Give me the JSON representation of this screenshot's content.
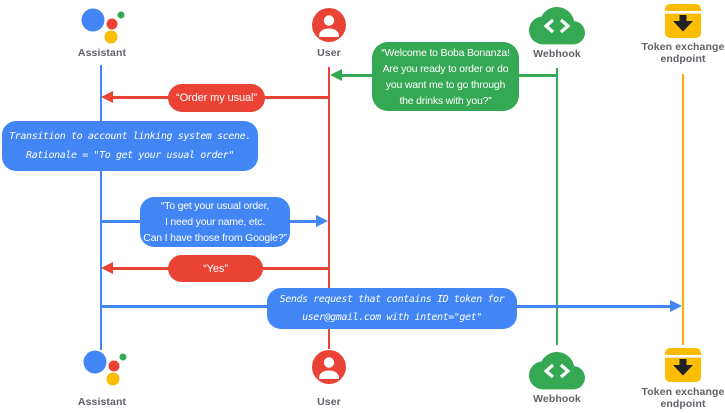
{
  "actors": {
    "assistant": {
      "label": "Assistant"
    },
    "user": {
      "label": "User"
    },
    "webhook": {
      "label": "Webhook"
    },
    "token_endpoint": {
      "label_lines": [
        "Token exchange",
        "endpoint"
      ]
    }
  },
  "messages": {
    "welcome": {
      "lines": [
        "“Welcome to Boba Bonanza!",
        "Are you ready to order or do",
        "you want me to go through",
        "the drinks with you?”"
      ]
    },
    "order_my_usual": {
      "text": "“Order my usual”"
    },
    "transition_note": {
      "lines": [
        "Transition to account linking system scene.",
        "Rationale = \"To get your usual order\""
      ]
    },
    "get_usual_order": {
      "lines": [
        "“To get your usual order,",
        "I need your name, etc.",
        "Can I have those from Google?”"
      ]
    },
    "yes": {
      "text": "“Yes”"
    },
    "sends_request": {
      "lines": [
        "Sends request that contains ID token for",
        "user@gmail.com with intent=\"get\""
      ]
    }
  },
  "icons": {
    "assistant": "google-assistant-logo",
    "user": "person-circle-icon",
    "webhook": "code-cloud-icon",
    "token_endpoint": "token-download-tray-icon"
  },
  "colors": {
    "blue": "#4285F4",
    "red": "#EA4335",
    "green": "#34A853",
    "yellow_icon": "#FBBC04",
    "yellow_line": "#F9AB00",
    "label_gray": "#5F6368"
  }
}
